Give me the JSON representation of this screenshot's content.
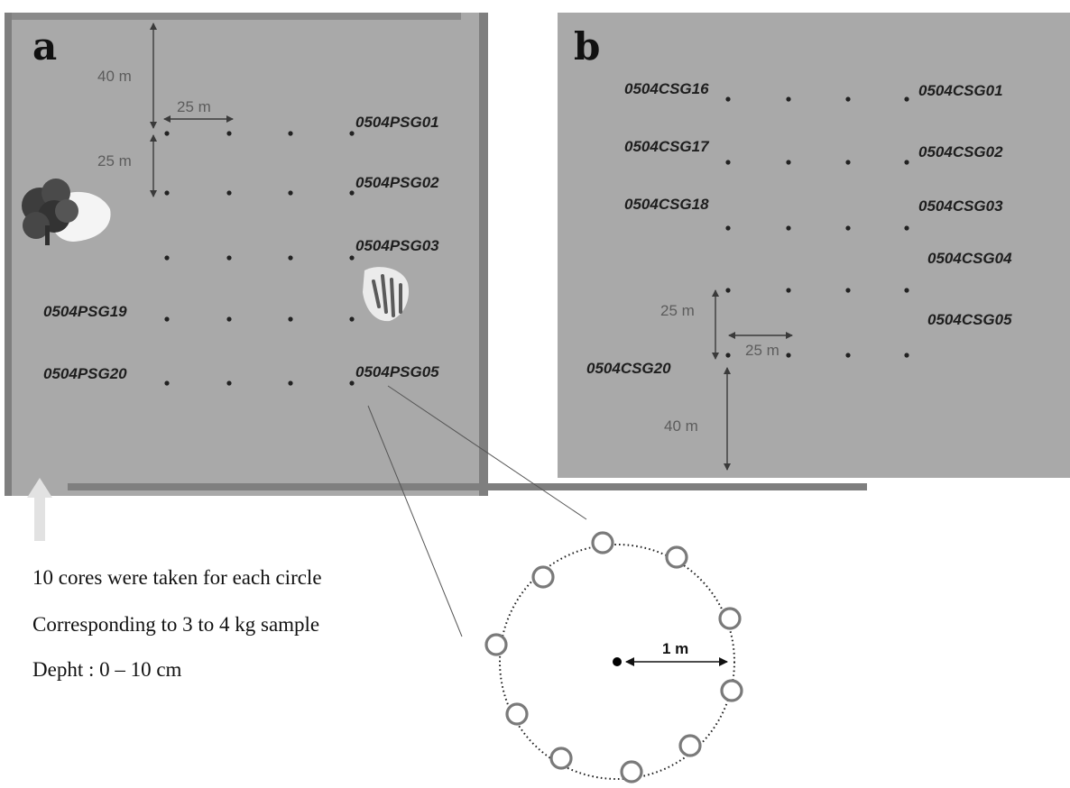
{
  "panels": {
    "a": {
      "letter": "a",
      "labels": {
        "psg01": "0504PSG01",
        "psg02": "0504PSG02",
        "psg03": "0504PSG03",
        "psg19": "0504PSG19",
        "psg20": "0504PSG20",
        "psg05": "0504PSG05"
      },
      "dims": {
        "top": "40 m",
        "spacing_h": "25 m",
        "spacing_v": "25 m"
      }
    },
    "b": {
      "letter": "b",
      "labels": {
        "csg16": "0504CSG16",
        "csg17": "0504CSG17",
        "csg18": "0504CSG18",
        "csg20": "0504CSG20",
        "csg01": "0504CSG01",
        "csg02": "0504CSG02",
        "csg03": "0504CSG03",
        "csg04": "0504CSG04",
        "csg05": "0504CSG05"
      },
      "dims": {
        "spacing_v": "25 m",
        "spacing_h": "25 m",
        "bottom": "40 m"
      }
    }
  },
  "circle": {
    "radius_label": "1 m"
  },
  "notes": [
    "10 cores were taken for each circle",
    "Corresponding to 3 to 4 kg sample",
    "Depht : 0 – 10 cm"
  ],
  "colors": {
    "field_fill": "#a9a9a9",
    "border": "#7f7f7f",
    "core_ring": "#7a7a7a",
    "arrow": "#e0e0e0"
  }
}
